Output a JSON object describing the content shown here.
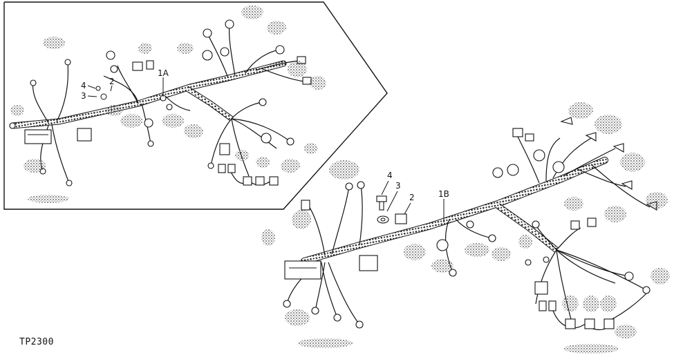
{
  "callouts_1a": {
    "main": "1A",
    "c2": "2",
    "c3": "3",
    "c4": "4"
  },
  "callouts_1b": {
    "main": "1B",
    "c2": "2",
    "c3": "3",
    "c4": "4"
  },
  "figure_code": "TP2300",
  "colors": {
    "line": "#111111",
    "stipple": "#555555",
    "background": "#ffffff"
  }
}
